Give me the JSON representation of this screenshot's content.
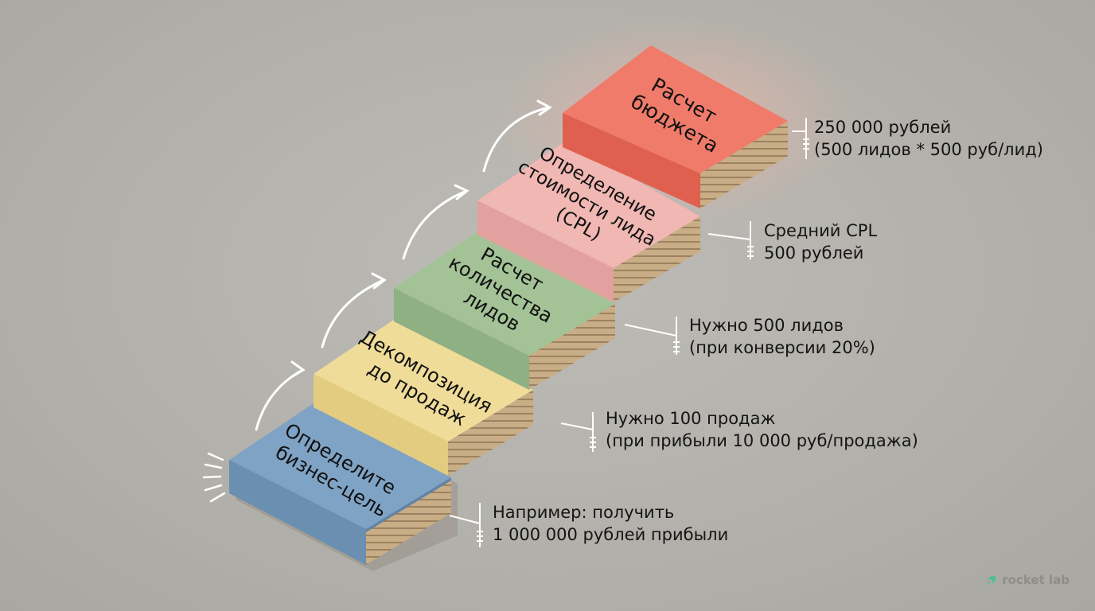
{
  "diagram": {
    "type": "staircase",
    "steps": [
      {
        "id": 1,
        "title_lines": [
          "Определите",
          "бизнес-цель"
        ],
        "color": "#6f93b5",
        "top_color": "#7fa3c4",
        "note_lines": [
          "Например: получить",
          "1 000 000 рублей прибыли"
        ]
      },
      {
        "id": 2,
        "title_lines": [
          "Декомпозиция",
          "до продаж"
        ],
        "color": "#e8d28a",
        "top_color": "#efdc99",
        "note_lines": [
          "Нужно 100 продаж",
          "(при прибыли 10 000 руб/продажа)"
        ]
      },
      {
        "id": 3,
        "title_lines": [
          "Расчет",
          "количества",
          "лидов"
        ],
        "color": "#93b486",
        "top_color": "#a3c296",
        "note_lines": [
          "Нужно 500 лидов",
          "(при конверсии 20%)"
        ]
      },
      {
        "id": 4,
        "title_lines": [
          "Определение",
          "стоимости лида",
          "(CPL)"
        ],
        "color": "#e6a6a3",
        "top_color": "#f0b7b3",
        "note_lines": [
          "Средний CPL",
          "500 рублей"
        ]
      },
      {
        "id": 5,
        "title_lines": [
          "Расчет",
          "бюджета"
        ],
        "color": "#e5695a",
        "top_color": "#f07b6a",
        "note_lines": [
          "250 000 рублей",
          "(500 лидов * 500 руб/лид)"
        ]
      }
    ],
    "arrow_color": "#ffffff",
    "background_color": "#b5b3ad"
  },
  "brand": {
    "name": "rocket lab",
    "icon": "rocket-arrow-icon",
    "icon_color": "#4fc08d"
  }
}
